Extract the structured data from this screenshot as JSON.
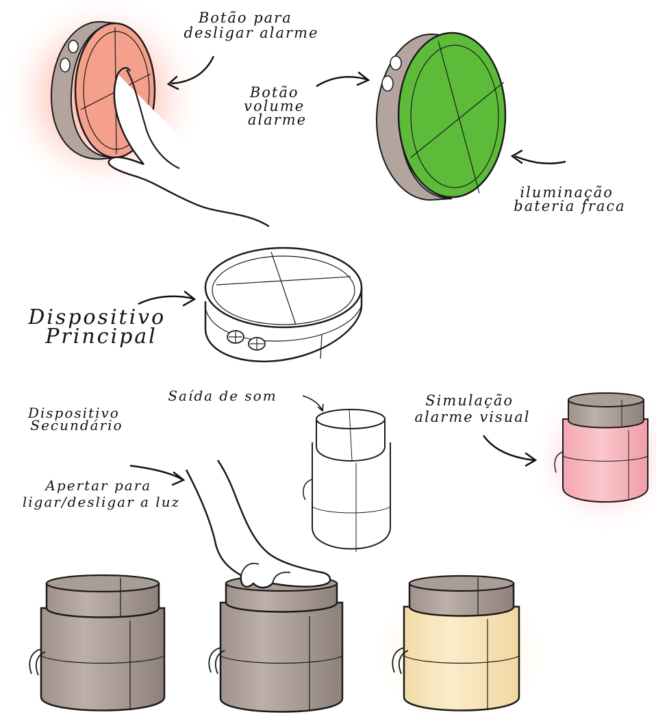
{
  "labels": {
    "desligar_alarme": "Botão para\ndesligar alarme",
    "volume_alarme": "Botão\nvolume\nalarme",
    "bateria_fraca": "iluminação\nbateria fraca",
    "dispositivo_principal": "Dispositivo\nPrincipal",
    "saida_de_som": "Saída de som",
    "dispositivo_secundario": "Dispositivo\nSecundário",
    "simulacao_alarme_visual": "Simulação\nalarme visual",
    "apertar_luz": "Apertar para\nligar/desligar a luz"
  },
  "colors": {
    "outline": "#1a1a1a",
    "device_body": "#b9ada6",
    "device_body_shade": "#8f837c",
    "alarm_red_face": "#f4a08c",
    "alarm_red_glow": "#ffc2b3",
    "battery_green": "#5cbc3a",
    "visual_alarm_pink": "#f8c0c4",
    "visual_alarm_glow": "#ffd6dc",
    "light_on_yellow": "#f9e7c0",
    "light_on_glow": "#fff1c8",
    "paper": "#ffffff"
  }
}
